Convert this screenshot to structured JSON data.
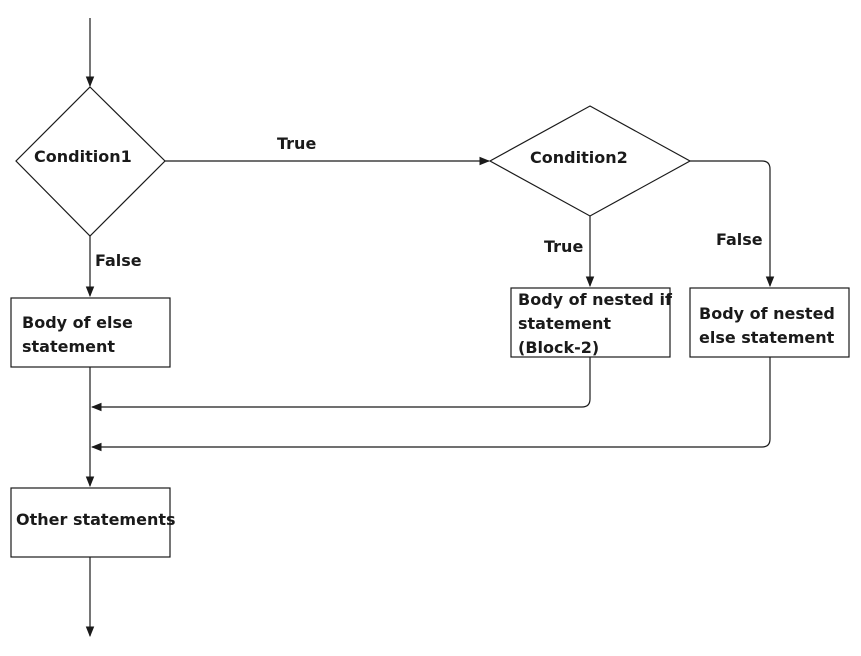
{
  "nodes": {
    "condition1": "Condition1",
    "condition2": "Condition2",
    "else_body": [
      "Body of else",
      "statement"
    ],
    "nested_if_body": [
      "Body of nested if",
      "statement",
      "(Block-2)"
    ],
    "nested_else_body": [
      "Body of nested",
      "else statement"
    ],
    "other_statements": "Other statements"
  },
  "edges": {
    "c1_true": "True",
    "c1_false": "False",
    "c2_true": "True",
    "c2_false": "False"
  },
  "colors": {
    "stroke": "#1a1a1a",
    "background": "#ffffff"
  }
}
